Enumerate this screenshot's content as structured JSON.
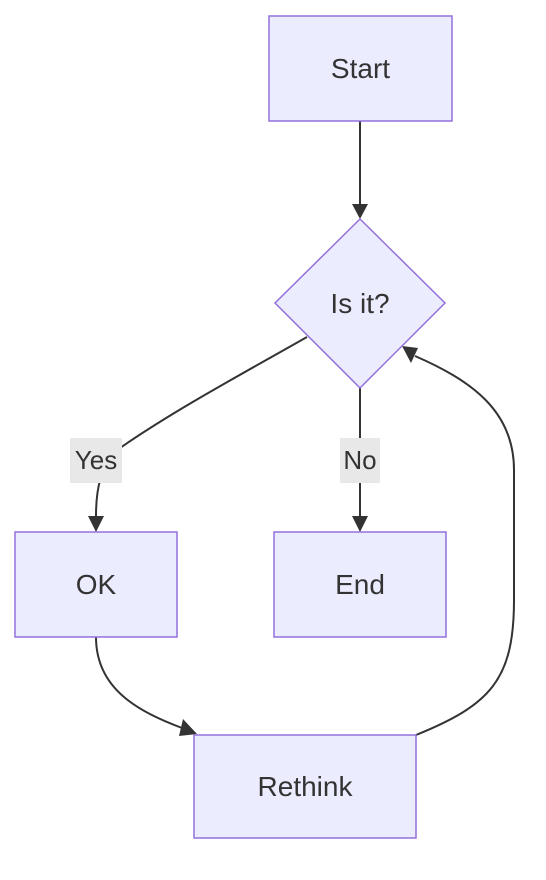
{
  "nodes": {
    "start": {
      "label": "Start",
      "shape": "rectangle"
    },
    "decision": {
      "label": "Is it?",
      "shape": "diamond"
    },
    "ok": {
      "label": "OK",
      "shape": "rectangle"
    },
    "end": {
      "label": "End",
      "shape": "rectangle"
    },
    "rethink": {
      "label": "Rethink",
      "shape": "rectangle"
    }
  },
  "edges": [
    {
      "from": "Start",
      "to": "Is it?",
      "label": ""
    },
    {
      "from": "Is it?",
      "to": "OK",
      "label": "Yes"
    },
    {
      "from": "Is it?",
      "to": "End",
      "label": "No"
    },
    {
      "from": "OK",
      "to": "Rethink",
      "label": ""
    },
    {
      "from": "Rethink",
      "to": "Is it?",
      "label": ""
    }
  ],
  "colors": {
    "node_fill": "#ececff",
    "node_stroke": "#9370db",
    "edge": "#333333",
    "text": "#333333",
    "edge_label_bg": "#e8e8e8"
  }
}
